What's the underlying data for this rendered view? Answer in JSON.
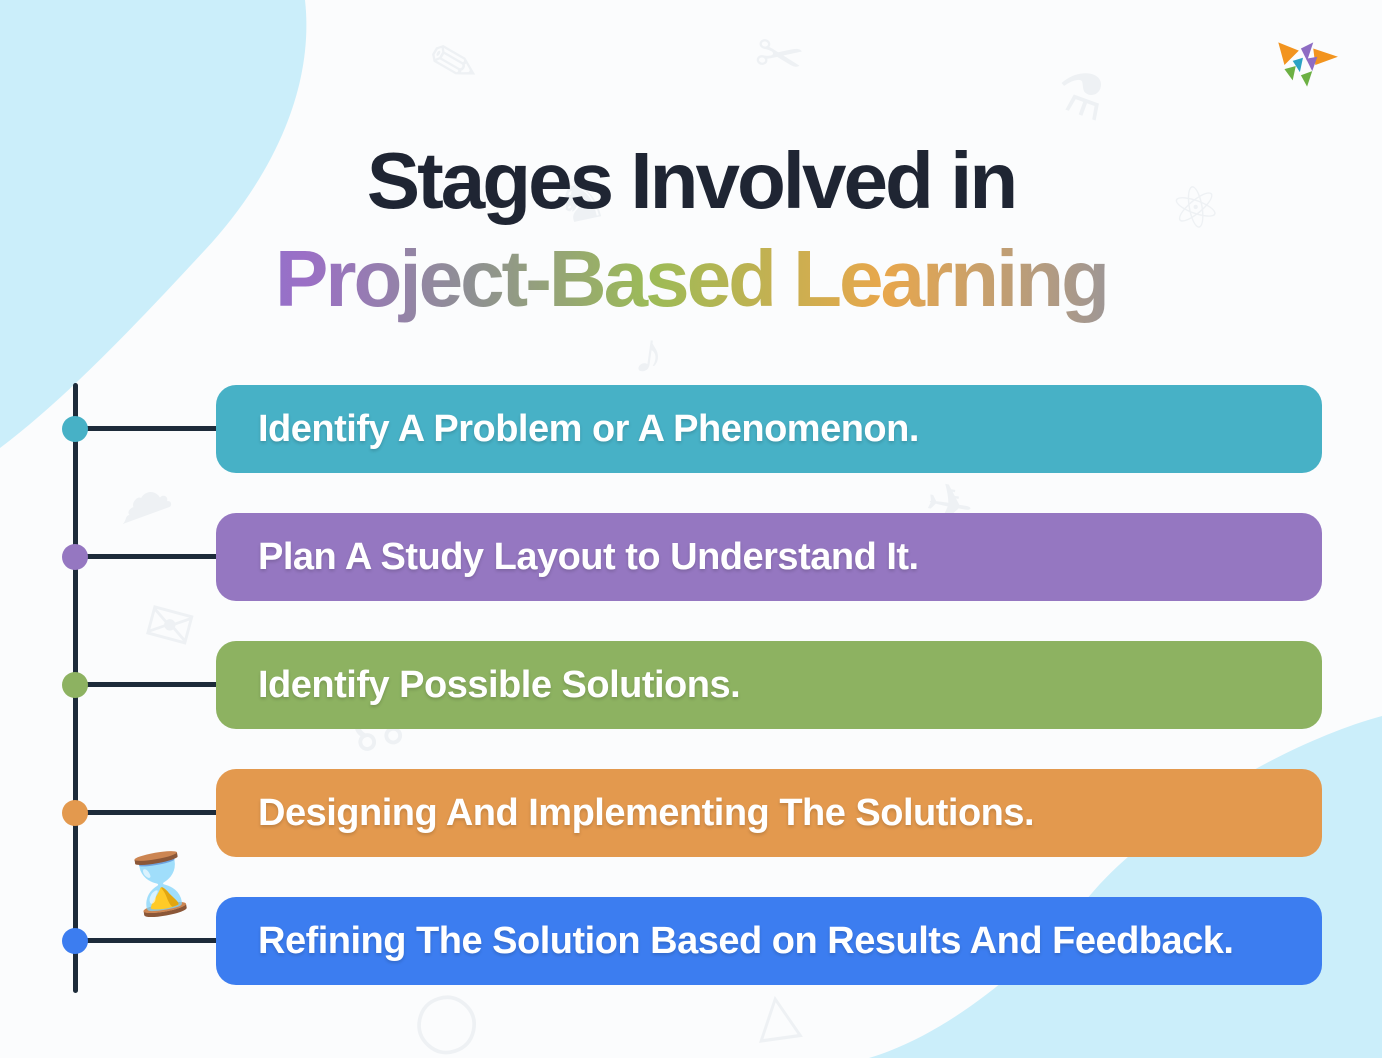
{
  "title": {
    "line1": "Stages Involved in",
    "line1_color": "#1f2533",
    "line2": "Project-Based Learning",
    "line2_gradient_stops": [
      "#45b1c9 0%",
      "#837acf 14%",
      "#9b6fc6 22%",
      "#8f9093 34%",
      "#9cbb57 47%",
      "#e8a74c 64%",
      "#a49890 79%",
      "#3b7ef0 97%"
    ]
  },
  "logo": {
    "name": "butterfly-logo",
    "colors": {
      "orange": "#f2941f",
      "purple": "#8d6cc3",
      "teal": "#2ba3c4",
      "green": "#6cb043"
    }
  },
  "timeline": {
    "line_color": "#1d2b3a"
  },
  "stages": [
    {
      "label": "Identify A Problem or A Phenomenon.",
      "color": "#47b1c6"
    },
    {
      "label": "Plan A Study Layout to Understand It.",
      "color": "#9577c1"
    },
    {
      "label": "Identify Possible Solutions.",
      "color": "#8db261"
    },
    {
      "label": "Designing And Implementing The Solutions.",
      "color": "#e3994e"
    },
    {
      "label": "Refining The Solution Based on Results And Feedback.",
      "color": "#3c7df0"
    }
  ],
  "background": {
    "page_color": "#fbfcfd",
    "blob_color": "#cbeefa",
    "doodle_color": "#eef1f4",
    "doodle_glyphs": [
      "✎",
      "✂",
      "⚗",
      "⚛",
      "♪",
      "☁",
      "✉",
      "⌛",
      "◯",
      "△",
      "☂",
      "♞",
      "✈",
      "☊"
    ]
  }
}
